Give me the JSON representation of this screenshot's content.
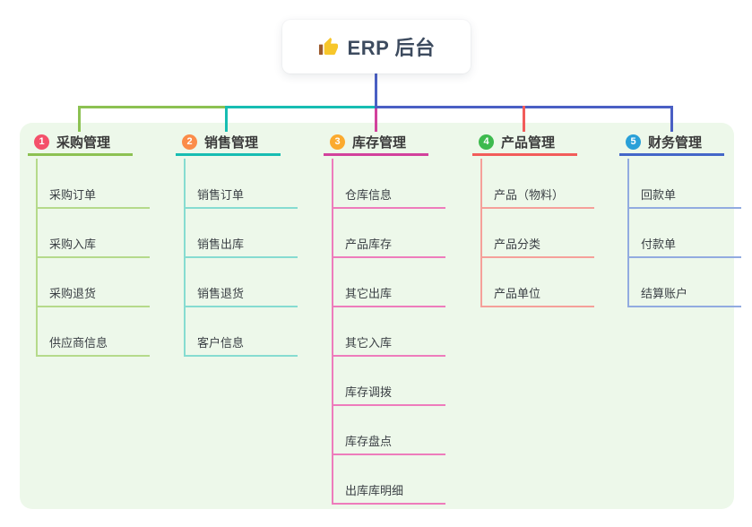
{
  "root": {
    "label": "ERP 后台",
    "icon": "thumbs-up"
  },
  "colors": {
    "panel_bg": "#edf8ea",
    "bus_blue": "#4a5fc4",
    "root_text": "#3d4b5f",
    "branch_text": "#3a3a3a",
    "child_text": "#3b4045"
  },
  "branches": [
    {
      "number": "1",
      "label": "采购管理",
      "badge_color": "#f4506a",
      "line_color": "#8cc152",
      "child_line_color": "#b5da8b",
      "children": [
        "采购订单",
        "采购入库",
        "采购退货",
        "供应商信息"
      ]
    },
    {
      "number": "2",
      "label": "销售管理",
      "badge_color": "#fb8c49",
      "line_color": "#17bdb2",
      "child_line_color": "#86dcd1",
      "children": [
        "销售订单",
        "销售出库",
        "销售退货",
        "客户信息"
      ]
    },
    {
      "number": "3",
      "label": "库存管理",
      "badge_color": "#fbaa2e",
      "line_color": "#d2419c",
      "child_line_color": "#ee7cbc",
      "children": [
        "仓库信息",
        "产品库存",
        "其它出库",
        "其它入库",
        "库存调拨",
        "库存盘点",
        "出库库明细"
      ]
    },
    {
      "number": "4",
      "label": "产品管理",
      "badge_color": "#3dba4e",
      "line_color": "#f25c5a",
      "child_line_color": "#f5a09a",
      "children": [
        "产品（物料）",
        "产品分类",
        "产品单位"
      ]
    },
    {
      "number": "5",
      "label": "财务管理",
      "badge_color": "#29a0d8",
      "line_color": "#4467c8",
      "child_line_color": "#92abe0",
      "children": [
        "回款单",
        "付款单",
        "结算账户"
      ]
    }
  ]
}
